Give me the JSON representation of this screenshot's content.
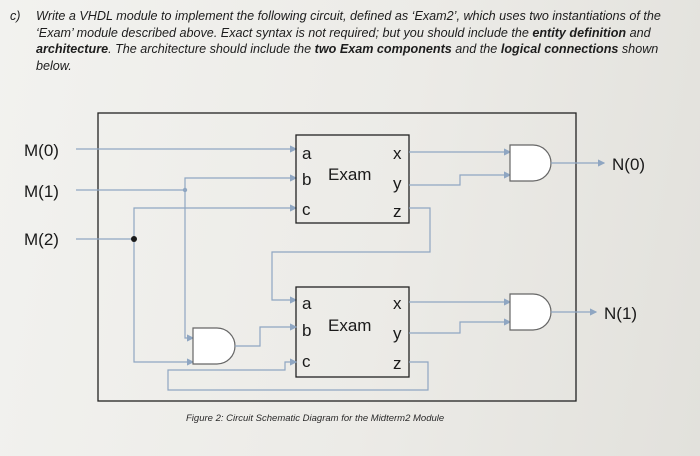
{
  "question": {
    "label": "c)",
    "segments": [
      {
        "text": "Write a VHDL module to implement the following circuit, defined as ‘Exam2’, which uses two instantiations of the ‘Exam’ module described above. Exact syntax is not required; but you should include the ",
        "bold": false
      },
      {
        "text": "entity definition",
        "bold": true
      },
      {
        "text": " and ",
        "bold": false
      },
      {
        "text": "architecture",
        "bold": true
      },
      {
        "text": ". The architecture should include the ",
        "bold": false
      },
      {
        "text": "two Exam components",
        "bold": true
      },
      {
        "text": " and the ",
        "bold": false
      },
      {
        "text": "logical connections",
        "bold": true
      },
      {
        "text": " shown below.",
        "bold": false
      }
    ]
  },
  "diagram": {
    "inputs": [
      "M(0)",
      "M(1)",
      "M(2)"
    ],
    "outputs": [
      "N(0)",
      "N(1)"
    ],
    "modules": [
      {
        "name": "Exam",
        "left_pins": [
          "a",
          "b",
          "c"
        ],
        "right_pins": [
          "x",
          "y",
          "z"
        ]
      },
      {
        "name": "Exam",
        "left_pins": [
          "a",
          "b",
          "c"
        ],
        "right_pins": [
          "x",
          "y",
          "z"
        ]
      }
    ]
  },
  "caption": "Figure 2: Circuit Schematic Diagram for the Midterm2 Module",
  "colors": {
    "wire": "#8fa6c2",
    "text": "#1a1a1a"
  }
}
